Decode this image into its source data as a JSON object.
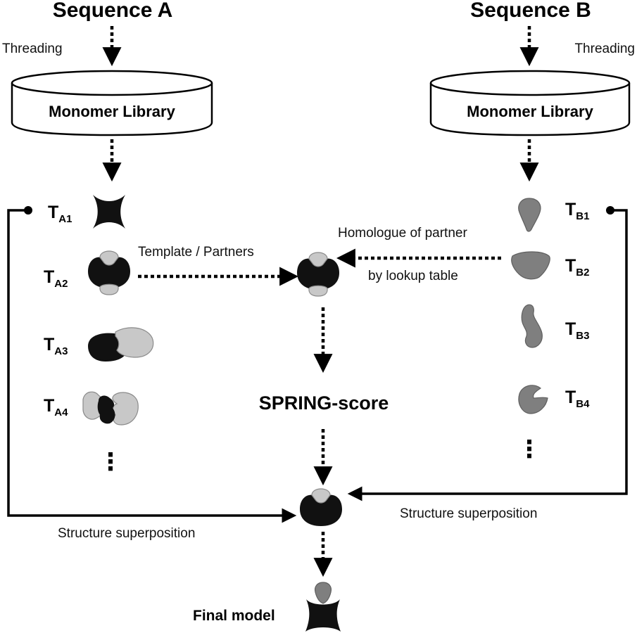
{
  "sequence_a": {
    "title": "Sequence A",
    "threading": "Threading",
    "library": "Monomer Library"
  },
  "sequence_b": {
    "title": "Sequence B",
    "threading": "Threading",
    "library": "Monomer Library"
  },
  "templates_a": [
    {
      "main": "T",
      "sub": "A1"
    },
    {
      "main": "T",
      "sub": "A2"
    },
    {
      "main": "T",
      "sub": "A3"
    },
    {
      "main": "T",
      "sub": "A4"
    }
  ],
  "templates_b": [
    {
      "main": "T",
      "sub": "B1"
    },
    {
      "main": "T",
      "sub": "B2"
    },
    {
      "main": "T",
      "sub": "B3"
    },
    {
      "main": "T",
      "sub": "B4"
    }
  ],
  "labels": {
    "template_partners": "Template / Partners",
    "homologue_line1": "Homologue of partner",
    "homologue_line2": "by lookup table",
    "spring_score": "SPRING-score",
    "superposition_left": "Structure superposition",
    "superposition_right": "Structure superposition",
    "final_model": "Final model",
    "ellipsis": "⋮"
  }
}
